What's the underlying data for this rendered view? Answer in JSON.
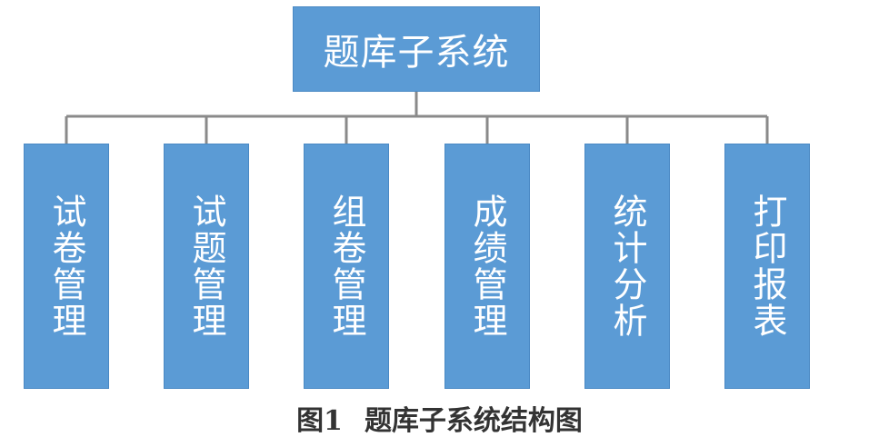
{
  "colors": {
    "node_fill": "#5b9bd5",
    "node_text": "#ffffff",
    "connector": "#8a8a8a",
    "caption_text": "#333333"
  },
  "root": {
    "label": "题库子系统"
  },
  "children": [
    {
      "label": "试卷管理"
    },
    {
      "label": "试题管理"
    },
    {
      "label": "组卷管理"
    },
    {
      "label": "成绩管理"
    },
    {
      "label": "统计分析"
    },
    {
      "label": "打印报表"
    }
  ],
  "caption": {
    "figure_label": "图1",
    "text": "题库子系统结构图"
  }
}
